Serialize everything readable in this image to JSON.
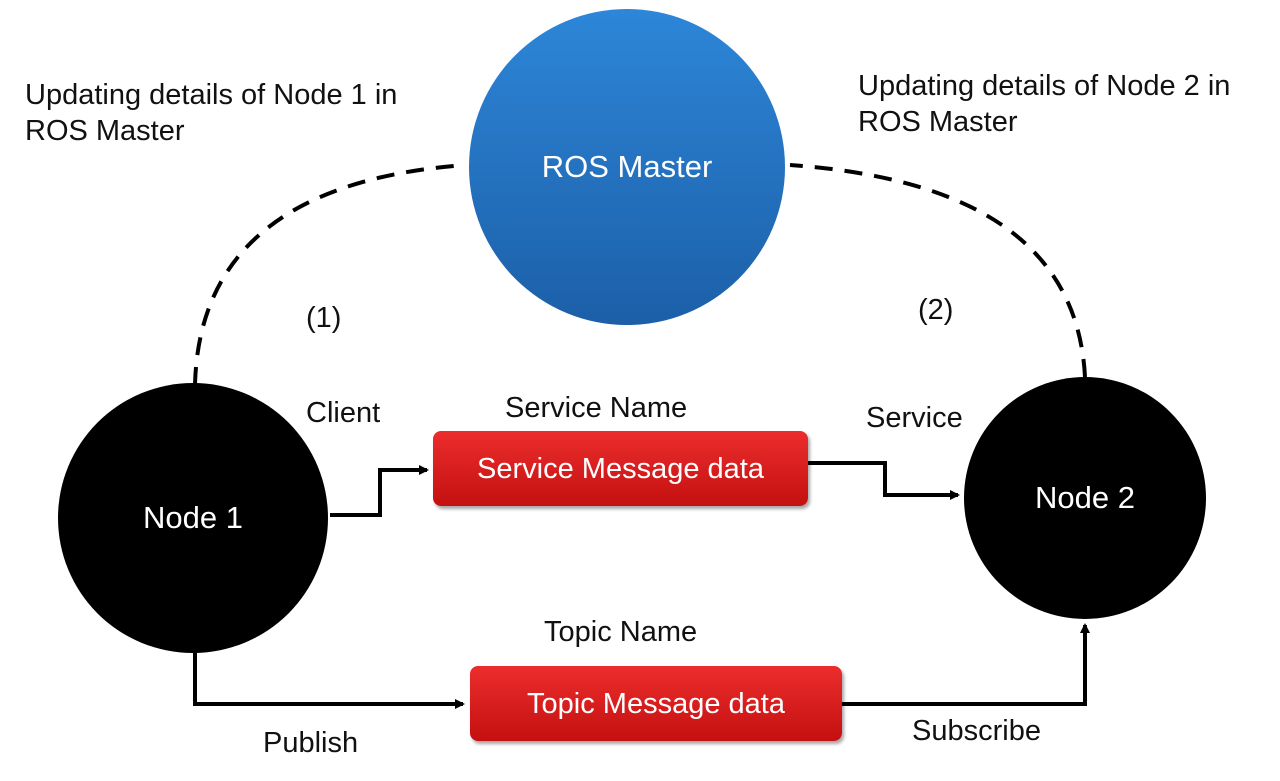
{
  "master": {
    "label": "ROS Master",
    "fill_top": "#2d86d8",
    "fill_bottom": "#1c5fa8"
  },
  "nodes": [
    {
      "label": "Node 1",
      "fill": "#000000"
    },
    {
      "label": "Node 2",
      "fill": "#000000"
    }
  ],
  "notes": {
    "node1": "Updating details of Node 1 in ROS Master",
    "node2": "Updating details of Node 2 in ROS Master"
  },
  "steps": {
    "step1": "(1)",
    "step2": "(2)"
  },
  "service": {
    "client_label": "Client",
    "name_label": "Service Name",
    "box_label": "Service Message data",
    "server_label": "Service"
  },
  "topic": {
    "name_label": "Topic Name",
    "box_label": "Topic Message data",
    "publish_label": "Publish",
    "subscribe_label": "Subscribe"
  },
  "colors": {
    "message_box": "#d81c1c",
    "line": "#000000"
  }
}
